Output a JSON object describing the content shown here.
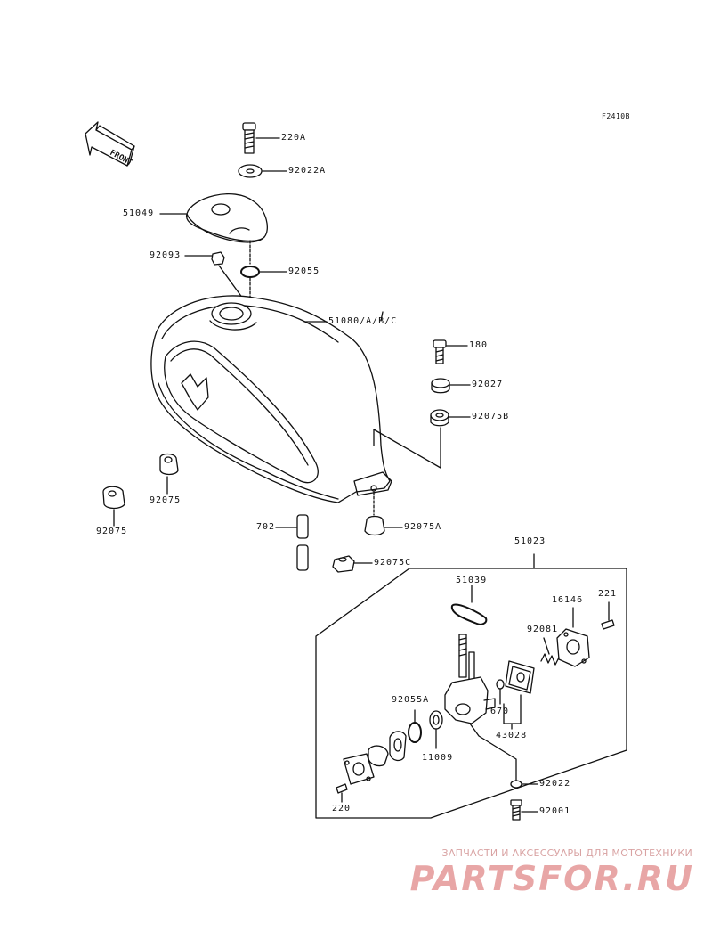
{
  "diagram": {
    "code": "F2410B",
    "front_label": "FRONT",
    "callouts": {
      "p220A": "220A",
      "p92022A": "92022A",
      "p51049": "51049",
      "p92093": "92093",
      "p92055": "92055",
      "p51080": "51080/A/B/C",
      "p180": "180",
      "p92027": "92027",
      "p92075B": "92075B",
      "p92075_a": "92075",
      "p92075_b": "92075",
      "p702": "702",
      "p92075A": "92075A",
      "p92075C": "92075C",
      "p51023": "51023",
      "p51039": "51039",
      "p16146": "16146",
      "p221": "221",
      "p92081": "92081",
      "p92055A": "92055A",
      "p670": "670",
      "p43028": "43028",
      "p11009": "11009",
      "p92022": "92022",
      "p220": "220",
      "p92001": "92001"
    }
  },
  "watermark": {
    "caption": "ЗАПЧАСТИ И АКСЕССУАРЫ ДЛЯ МОТОТЕХНИКИ",
    "logo": "PARTSFOR.RU"
  }
}
